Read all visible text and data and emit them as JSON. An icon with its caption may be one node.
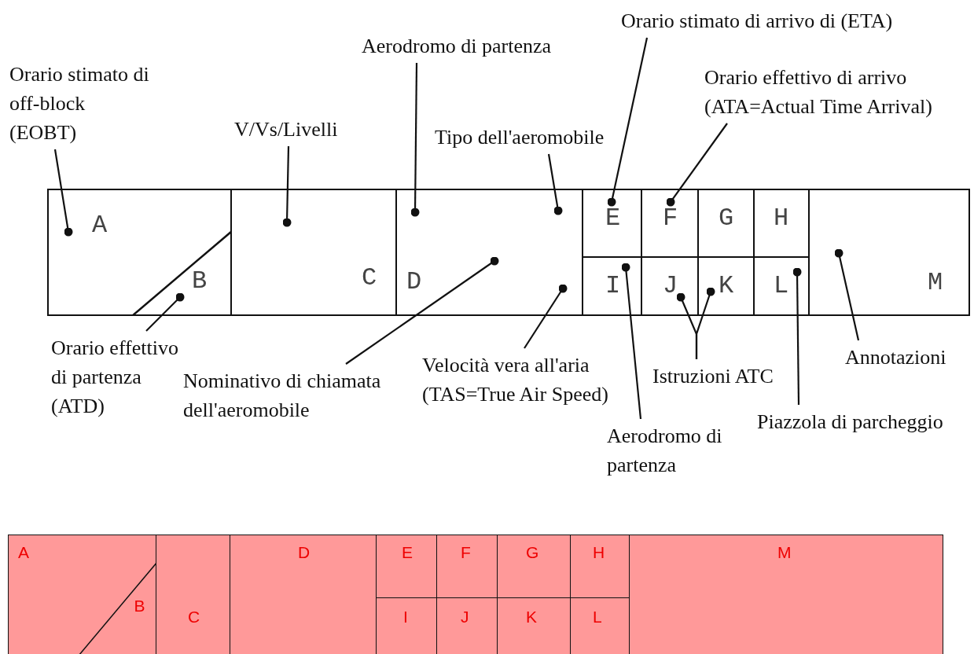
{
  "diagram": {
    "nodes": [
      {
        "text": [
          "Orario stimato di off-block (EOBT)"
        ]
      },
      {
        "text": [
          "Aerodromo di partenza"
        ]
      },
      {
        "text": [
          "Orario stimato di arrivo di (ETA)"
        ]
      },
      {
        "text": [
          "V/Vs/Livelli"
        ]
      },
      {
        "text": [
          "Orario effettivo di arrivo (ATA=Actual Time Arrival)"
        ]
      },
      {
        "text": [
          "Tipo dell'aeromobile"
        ]
      },
      {
        "text": [
          "A"
        ]
      },
      {
        "text": [
          "B"
        ],
        "in": 6
      },
      {
        "text": [
          "C"
        ]
      },
      {
        "text": [
          "D"
        ]
      },
      {
        "text": [
          "E"
        ]
      },
      {
        "text": [
          "F"
        ]
      },
      {
        "text": [
          "G"
        ]
      },
      {
        "text": [
          "H"
        ]
      },
      {
        "text": [
          "I"
        ]
      },
      {
        "text": [
          "J"
        ]
      },
      {
        "text": [
          "K"
        ]
      },
      {
        "text": [
          "L"
        ]
      },
      {
        "text": [
          "M"
        ]
      },
      {
        "text": [
          "Orario effettivo di partenza (ATD)"
        ]
      },
      {
        "text": [
          "Nominativo di chiamata dell'aeromobile"
        ]
      },
      {
        "text": [
          "Velocità vera all'aria (TAS=True Air Speed)"
        ]
      },
      {
        "text": [
          "Istruzioni ATC"
        ]
      },
      {
        "text": [
          "Annotazioni"
        ]
      },
      {
        "text": [
          "Aerodromo di partenza"
        ]
      },
      {
        "text": [
          "Piazzola di parcheggio"
        ]
      },
      {
        "text": [
          "A"
        ]
      },
      {
        "text": [
          "B"
        ],
        "in": 26
      },
      {
        "text": [
          "C"
        ]
      },
      {
        "text": [
          "D"
        ]
      },
      {
        "text": [
          "E"
        ]
      },
      {
        "text": [
          "F"
        ]
      },
      {
        "text": [
          "G"
        ]
      },
      {
        "text": [
          "H"
        ]
      },
      {
        "text": [
          "I"
        ]
      },
      {
        "text": [
          "J"
        ]
      },
      {
        "text": [
          "K"
        ]
      },
      {
        "text": [
          "L"
        ]
      },
      {
        "text": [
          "M"
        ]
      }
    ],
    "edges": [
      {
        "from": 0,
        "to": 6,
        "arrow": "other"
      },
      {
        "from": 3,
        "to": 8,
        "arrow": "other"
      },
      {
        "from": 1,
        "to": 9,
        "arrow": "other"
      },
      {
        "from": 5,
        "to": 9,
        "arrow": "other"
      },
      {
        "from": 2,
        "to": 10,
        "arrow": "other"
      },
      {
        "from": 4,
        "to": 11,
        "arrow": "other"
      },
      {
        "from": 19,
        "to": 7,
        "arrow": "other"
      },
      {
        "from": 20,
        "to": 9,
        "arrow": "other"
      },
      {
        "from": 21,
        "to": 9,
        "arrow": "other"
      },
      {
        "from": 24,
        "to": 14,
        "arrow": "other"
      },
      {
        "from": 22,
        "to": 15,
        "arrow": "other"
      },
      {
        "from": 22,
        "to": 16,
        "arrow": "other"
      },
      {
        "from": 25,
        "to": 17,
        "arrow": "other"
      },
      {
        "from": 23,
        "to": 18,
        "arrow": "other"
      }
    ]
  }
}
